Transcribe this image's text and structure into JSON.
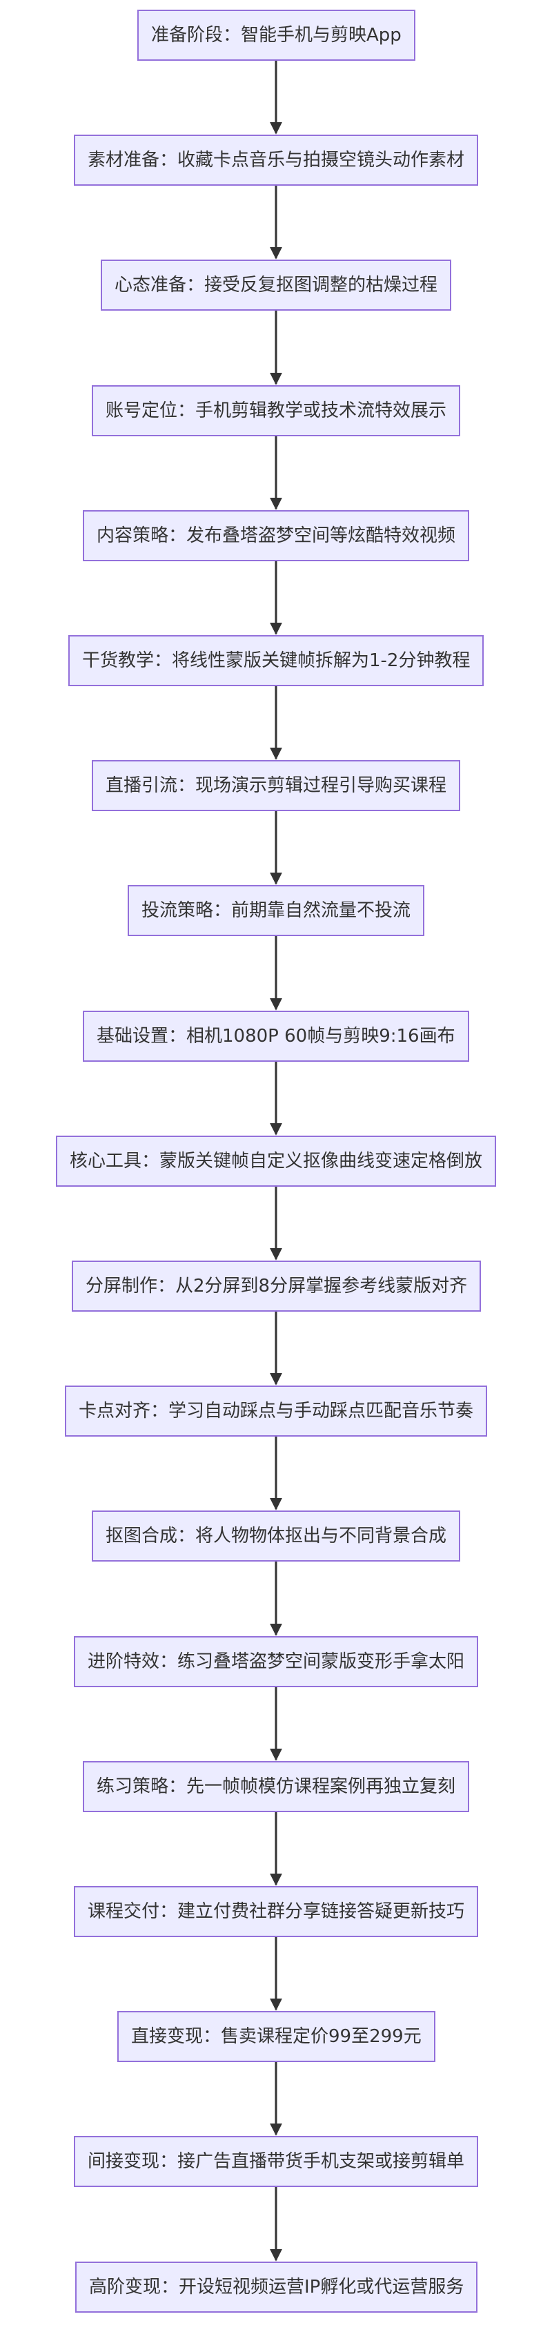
{
  "flow": {
    "nodes": [
      {
        "label": "准备阶段：智能手机与剪映App"
      },
      {
        "label": "素材准备：收藏卡点音乐与拍摄空镜头动作素材"
      },
      {
        "label": "心态准备：接受反复抠图调整的枯燥过程"
      },
      {
        "label": "账号定位：手机剪辑教学或技术流特效展示"
      },
      {
        "label": "内容策略：发布叠塔盗梦空间等炫酷特效视频"
      },
      {
        "label": "干货教学：将线性蒙版关键帧拆解为1-2分钟教程"
      },
      {
        "label": "直播引流：现场演示剪辑过程引导购买课程"
      },
      {
        "label": "投流策略：前期靠自然流量不投流"
      },
      {
        "label": "基础设置：相机1080P 60帧与剪映9:16画布"
      },
      {
        "label": "核心工具：蒙版关键帧自定义抠像曲线变速定格倒放"
      },
      {
        "label": "分屏制作：从2分屏到8分屏掌握参考线蒙版对齐"
      },
      {
        "label": "卡点对齐：学习自动踩点与手动踩点匹配音乐节奏"
      },
      {
        "label": "抠图合成：将人物物体抠出与不同背景合成"
      },
      {
        "label": "进阶特效：练习叠塔盗梦空间蒙版变形手拿太阳"
      },
      {
        "label": "练习策略：先一帧帧模仿课程案例再独立复刻"
      },
      {
        "label": "课程交付：建立付费社群分享链接答疑更新技巧"
      },
      {
        "label": "直接变现：售卖课程定价99至299元"
      },
      {
        "label": "间接变现：接广告直播带货手机支架或接剪辑单"
      },
      {
        "label": "高阶变现：开设短视频运营IP孵化或代运营服务"
      }
    ]
  },
  "colors": {
    "node_fill": "#ECECFF",
    "node_border": "#9370DB",
    "text": "#333333",
    "edge": "#333333"
  }
}
